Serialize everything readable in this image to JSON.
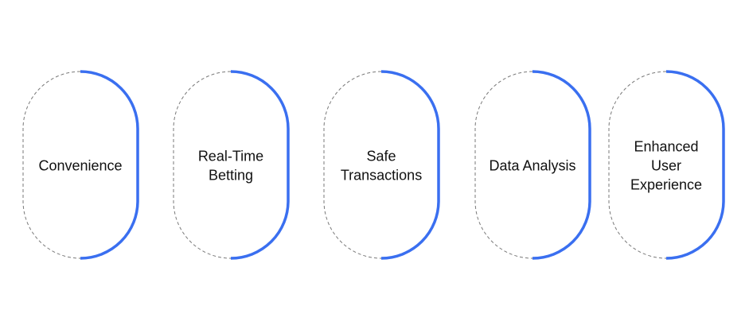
{
  "accent_color": "#3a6ff0",
  "outline_color": "#7a7a7a",
  "items": [
    {
      "label_lines": [
        "Convenience"
      ]
    },
    {
      "label_lines": [
        "Real-Time",
        "Betting"
      ]
    },
    {
      "label_lines": [
        "Safe",
        "Transactions"
      ]
    },
    {
      "label_lines": [
        "Data Analysis"
      ]
    },
    {
      "label_lines": [
        "Enhanced",
        "User",
        "Experience"
      ]
    }
  ]
}
